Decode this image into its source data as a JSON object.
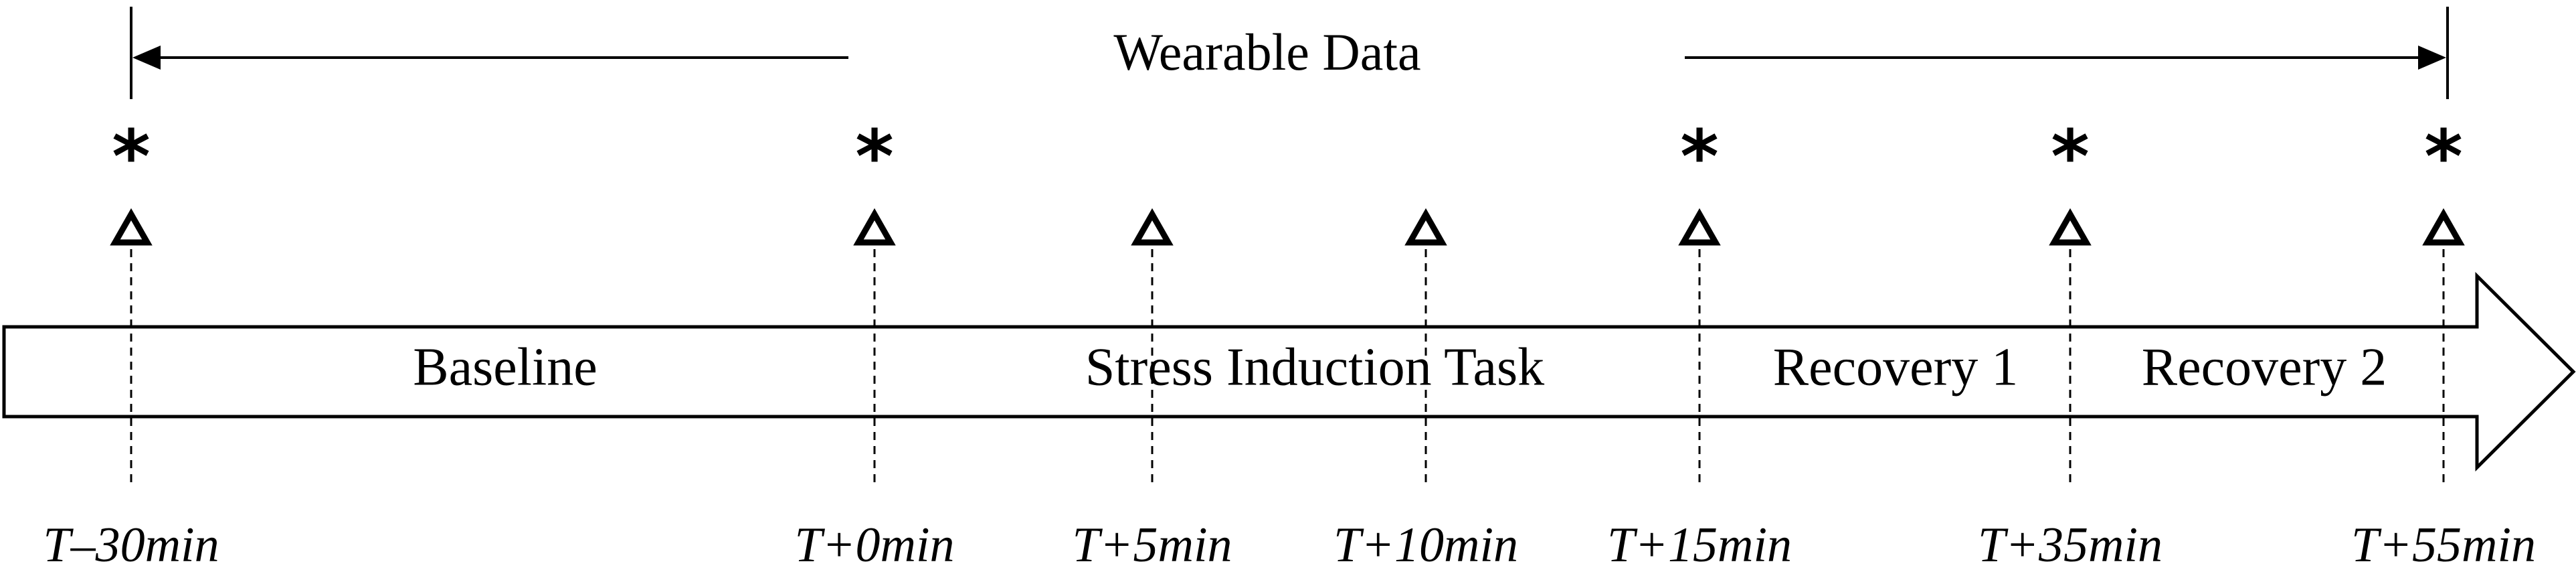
{
  "header": {
    "label": "Wearable Data"
  },
  "phases": [
    {
      "id": "baseline",
      "label": "Baseline"
    },
    {
      "id": "stress-induction-task",
      "label": "Stress Induction Task"
    },
    {
      "id": "recovery-1",
      "label": "Recovery 1"
    },
    {
      "id": "recovery-2",
      "label": "Recovery 2"
    }
  ],
  "timepoints": [
    {
      "label": "T–30min",
      "offset_min": -30,
      "asterisk": "*",
      "triangle": true
    },
    {
      "label": "T+0min",
      "offset_min": 0,
      "asterisk": "*",
      "triangle": true
    },
    {
      "label": "T+5min",
      "offset_min": 5,
      "asterisk": "",
      "triangle": true
    },
    {
      "label": "T+10min",
      "offset_min": 10,
      "asterisk": "",
      "triangle": true
    },
    {
      "label": "T+15min",
      "offset_min": 15,
      "asterisk": "*",
      "triangle": true
    },
    {
      "label": "T+35min",
      "offset_min": 35,
      "asterisk": "*",
      "triangle": true
    },
    {
      "label": "T+55min",
      "offset_min": 55,
      "asterisk": "*",
      "triangle": true
    }
  ],
  "colors": {
    "stroke": "#000000",
    "background": "#ffffff"
  }
}
